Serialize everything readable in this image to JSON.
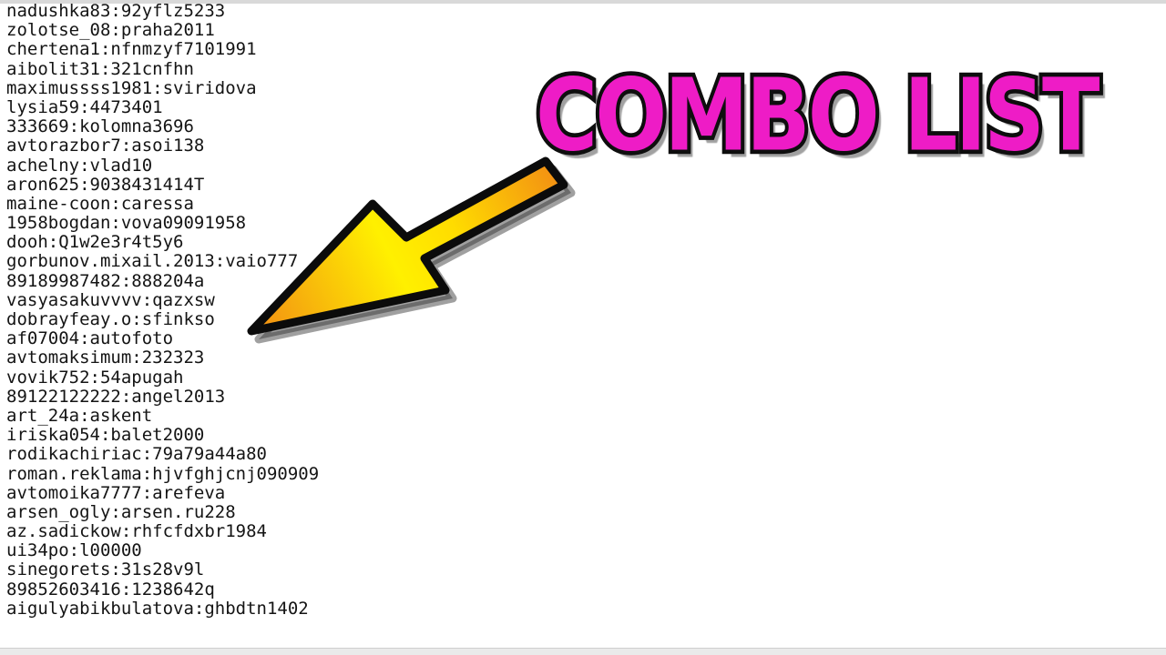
{
  "title": {
    "text": "COMBO LIST"
  },
  "colors": {
    "title-pink": "#ee1cc6",
    "outline-black": "#0d0d0d",
    "arrow-orange": "#f28c14",
    "arrow-yellow": "#fff000",
    "arrow-yellow-soft": "#ffdc00",
    "list-text": "#141414",
    "top-bar-gray": "#d9d9d9",
    "bottom-bar-gray": "#eaeaea",
    "page-bg": "#ffffff"
  },
  "combo_list": {
    "entries": [
      "nadushka83:92yflz5233",
      "zolotse_08:praha2011",
      "chertena1:nfnmzyf7101991",
      "aibolit31:321cnfhn",
      "maximussss1981:sviridova",
      "lysia59:4473401",
      "333669:kolomna3696",
      "avtorazbor7:asoi138",
      "achelny:vlad10",
      "aron625:9038431414T",
      "maine-coon:caressa",
      "1958bogdan:vova09091958",
      "dooh:Q1w2e3r4t5y6",
      "gorbunov.mixail.2013:vaio777",
      "89189987482:888204a",
      "vasyasakuvvvv:qazxsw",
      "dobrayfeay.o:sfinkso",
      "af07004:autofoto",
      "avtomaksimum:232323",
      "vovik752:54apugah",
      "89122122222:angel2013",
      "art_24a:askent",
      "iriska054:balet2000",
      "rodikachiriac:79a79a44a80",
      "roman.reklama:hjvfghjcnj090909",
      "avtomoika7777:arefeva",
      "arsen_ogly:arsen.ru228",
      "az.sadickow:rhfcfdxbr1984",
      "ui34po:l00000",
      "sinegorets:31s28v9l",
      "89852603416:1238642q",
      "aigulyabikbulatova:ghbdtn1402"
    ]
  }
}
